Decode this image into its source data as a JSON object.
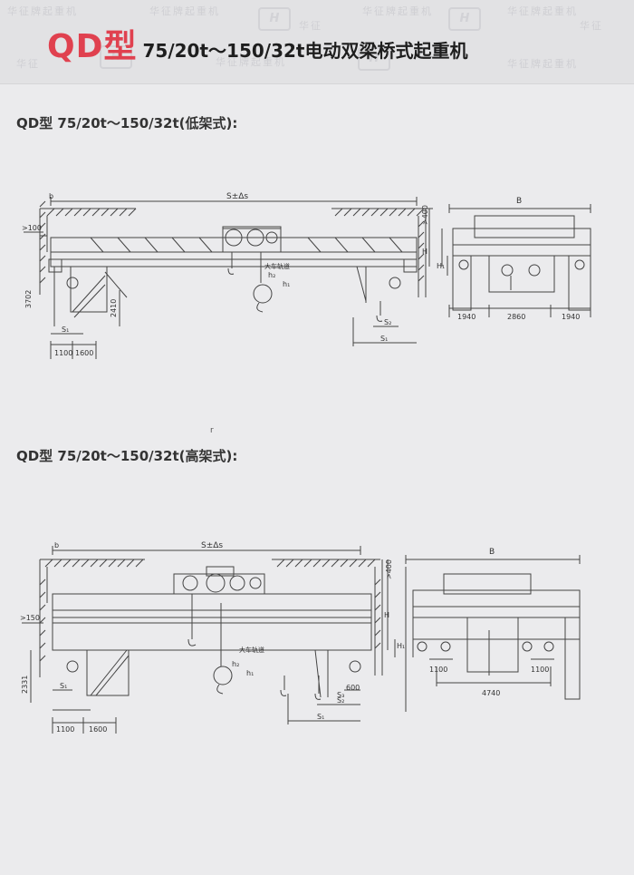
{
  "header": {
    "title_prefix": "QD型",
    "title_rest": "75/20t～150/32t电动双梁桥式起重机",
    "watermark_text": "华征牌起重机",
    "watermark_text2": "华征",
    "logo_text": "H"
  },
  "sections": [
    {
      "heading": "QD型 75/20t～150/32t(低架式):",
      "labels": {
        "span": "S±Δs",
        "width": "B",
        "b": "b",
        "h400": ">400",
        "h100": ">100",
        "h3702": "3702",
        "h2410": "2410",
        "H": "H",
        "H1": "H₁",
        "h1": "h₁",
        "h2": "h₂",
        "rail": "大车轨道",
        "s1": "S₁",
        "s2": "S₂",
        "d1100": "1100",
        "d1600": "1600",
        "d1940a": "1940",
        "d2860": "2860",
        "d1940b": "1940"
      }
    },
    {
      "heading": "QD型 75/20t～150/32t(高架式):",
      "labels": {
        "span": "S±Δs",
        "width": "B",
        "b": "b",
        "h400": ">400",
        "h150": ">150",
        "h2331": "2331",
        "H": "H",
        "H1": "H₁",
        "h1": "h₁",
        "h2": "h₂",
        "rail": "大车轨道",
        "s1": "S₁",
        "s2": "S₂",
        "s3": "S₃",
        "d1100": "1100",
        "d1600": "1600",
        "d600": "600",
        "d1100b": "1100",
        "d4740": "4740",
        "d1100c": "1100"
      }
    }
  ],
  "stray_mark": "r"
}
